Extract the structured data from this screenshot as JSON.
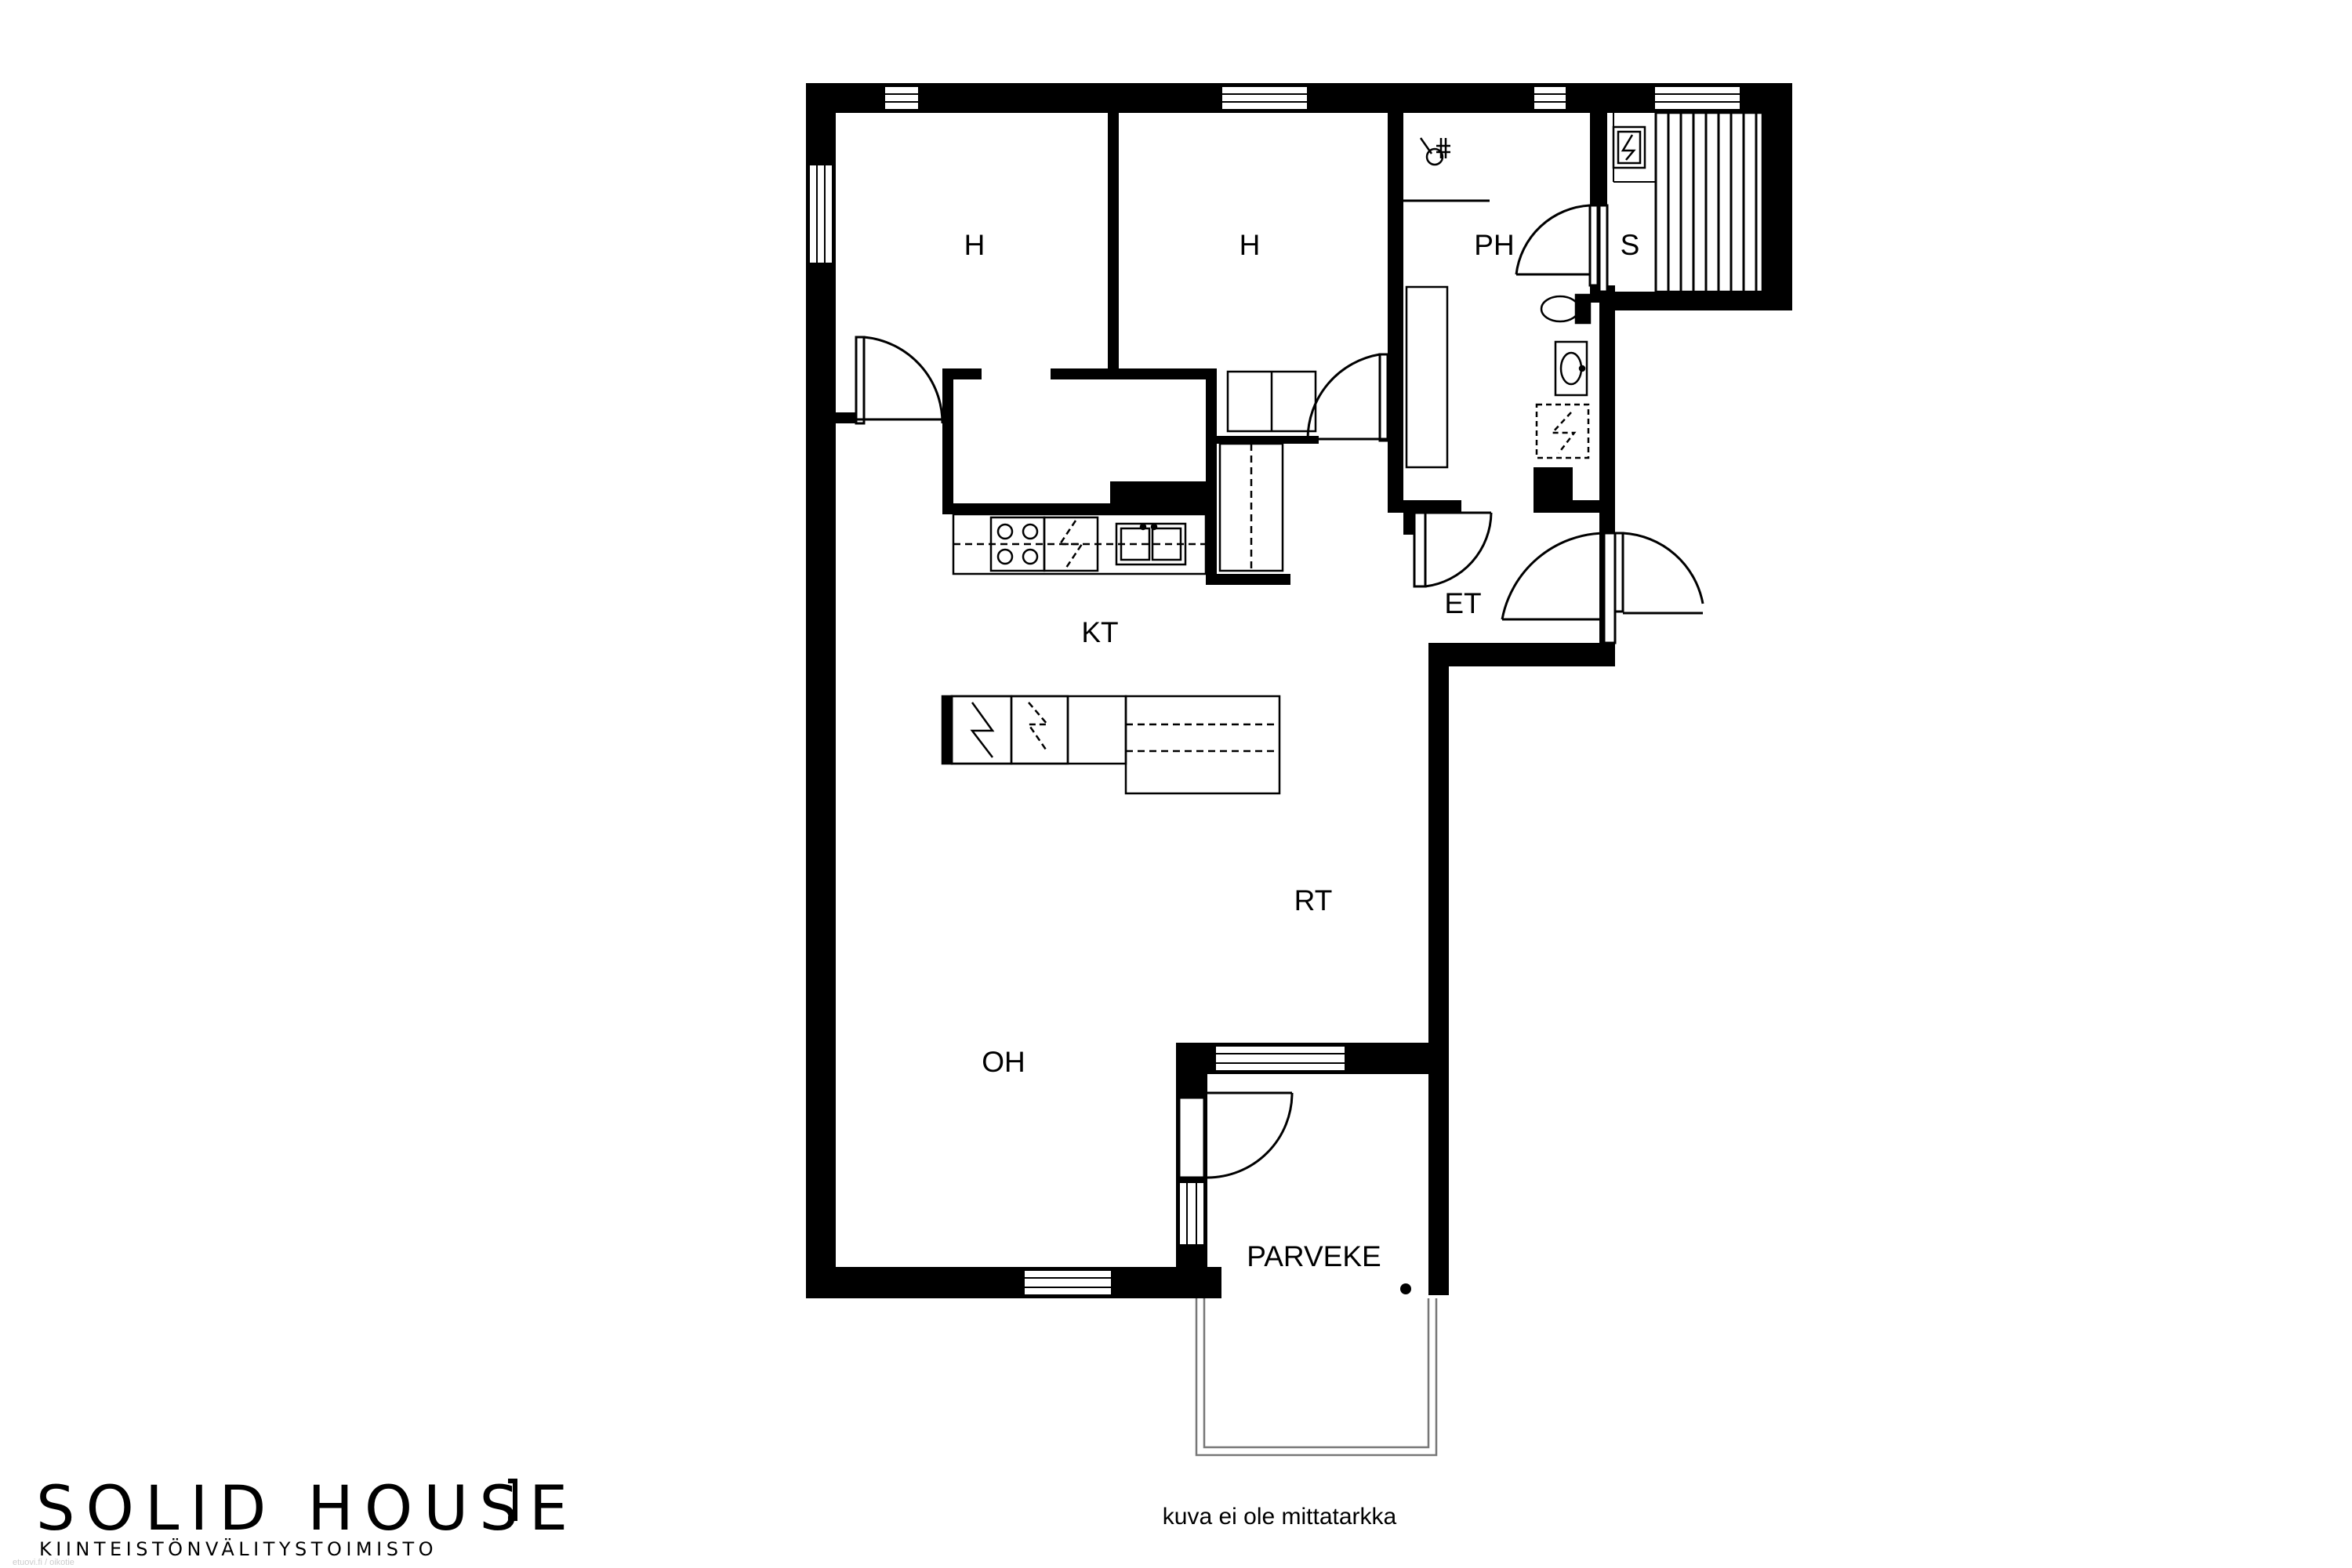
{
  "rooms": {
    "h1": "H",
    "h2": "H",
    "ph": "PH",
    "s": "S",
    "kt": "KT",
    "et": "ET",
    "rt": "RT",
    "oh": "OH",
    "parveke": "PARVEKE"
  },
  "caption": "kuva ei ole mittatarkka",
  "brand": {
    "title": "SOLID HOUSE",
    "subtitle": "KIINTEISTÖNVÄLITYSTOIMISTO"
  },
  "colors": {
    "wall": "#000000",
    "background": "#ffffff",
    "fixture_line": "#000000",
    "balcony_line": "#777777"
  }
}
